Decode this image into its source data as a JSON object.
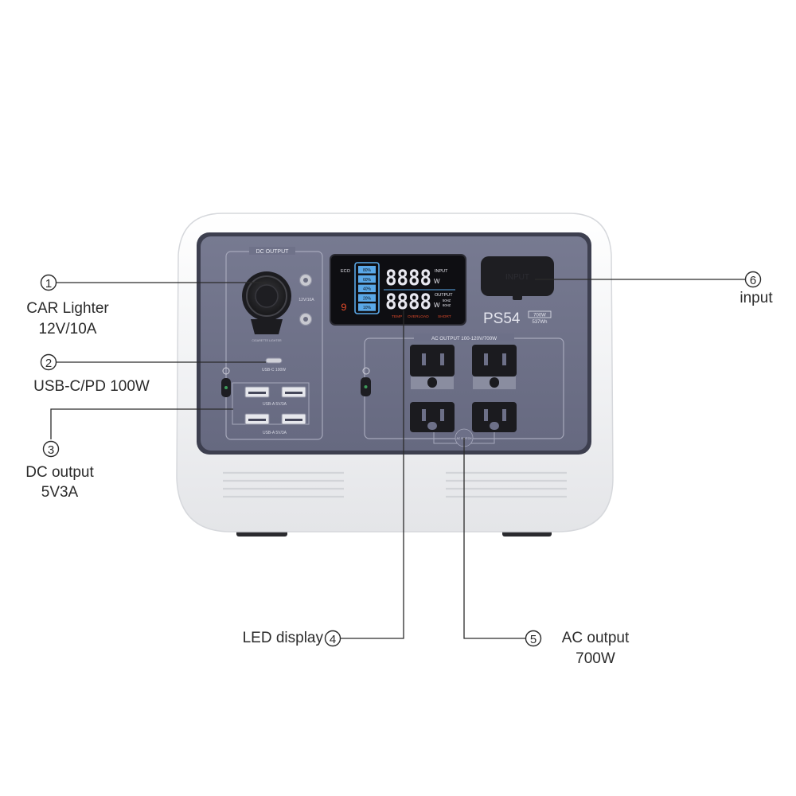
{
  "callouts": [
    {
      "number": "1",
      "lines": [
        "CAR Lighter",
        "12V/10A"
      ]
    },
    {
      "number": "2",
      "lines": [
        "USB-C/PD 100W"
      ]
    },
    {
      "number": "3",
      "lines": [
        "DC output",
        "5V3A"
      ]
    },
    {
      "number": "4",
      "lines": [
        "LED display"
      ]
    },
    {
      "number": "5",
      "lines": [
        "AC output",
        "700W"
      ]
    },
    {
      "number": "6",
      "lines": [
        "input"
      ]
    }
  ],
  "device": {
    "model": "PS54",
    "rating_watts": "700W",
    "capacity": "537Wh",
    "dc_output_label": "DC  OUTPUT",
    "car_port_label": "12V/10A",
    "car_port_caption": "CIGARETTE LIGHTER",
    "usb_c_label": "USB-C 100W",
    "usb_a_label_1": "USB-A 5V/3A",
    "usb_a_label_2": "USB-A 5V/3A",
    "ac_output_label": "AC OUTPUT 100-120V/700W",
    "input_cover_label": "INPUT",
    "eco_label": "ECO",
    "ac_switch_label": "AC SWITCH"
  },
  "display": {
    "input_digits": "8888",
    "output_digits": "8888",
    "input_label": "INPUT",
    "output_label": "OUTPUT",
    "unit": "W",
    "hz_1": "50HZ",
    "hz_2": "60HZ",
    "eco": "ECO",
    "percent_levels": [
      "80%",
      "60%",
      "40%",
      "20%",
      "10%"
    ],
    "error_code": "9",
    "status": [
      "TEMP",
      "OVERLOAD",
      "SHORT"
    ]
  },
  "colors": {
    "panel": "#6d7088",
    "panel_dark": "#3d3f4f",
    "shell": "#f2f3f5",
    "screen": "#0e0e12",
    "screen_blue": "#5aa8e8",
    "screen_white": "#e8e8f0",
    "screen_red": "#e04a2a"
  }
}
